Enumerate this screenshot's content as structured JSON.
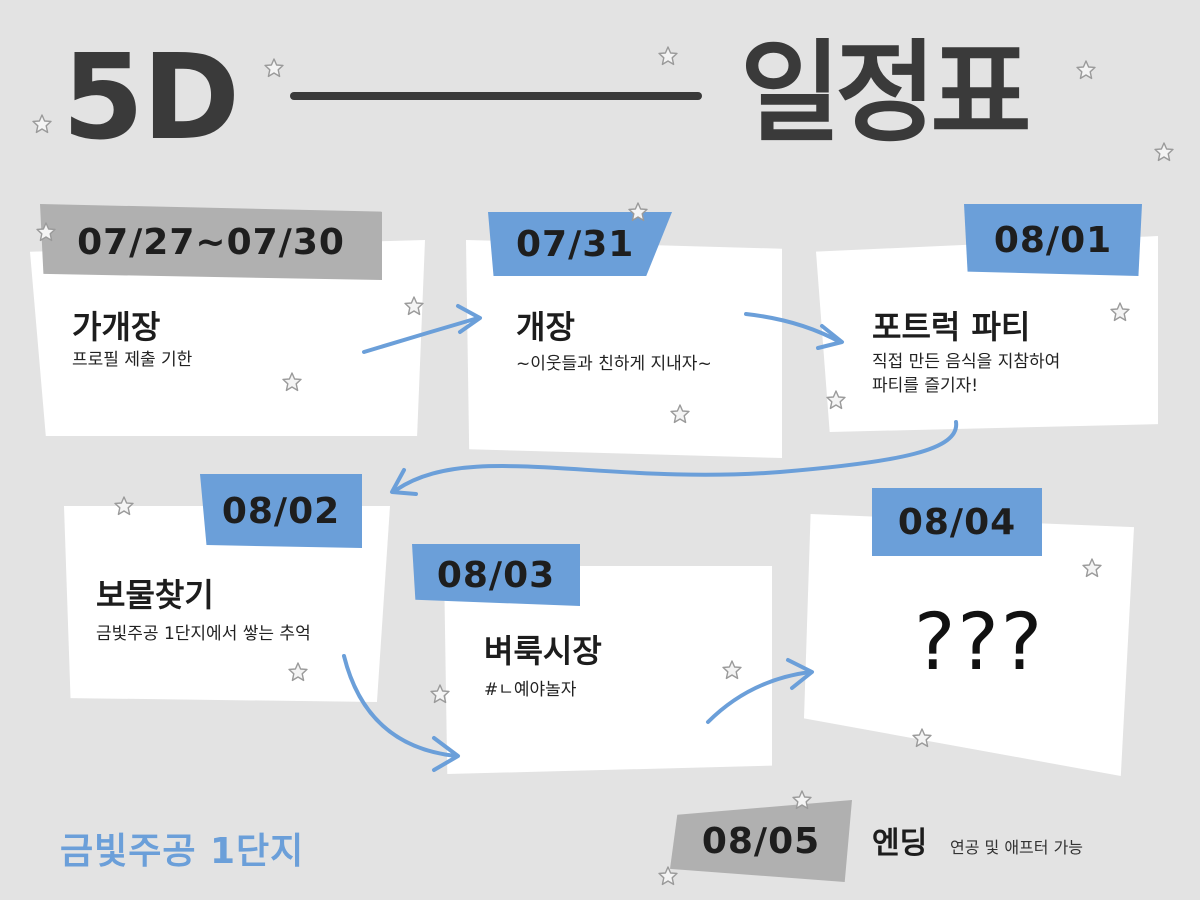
{
  "header": {
    "title_left": "5D",
    "title_right": "일정표"
  },
  "events": [
    {
      "date": "07/27~07/30",
      "title": "가개장",
      "desc": "프로필 제출 기한"
    },
    {
      "date": "07/31",
      "title": "개장",
      "desc": "~이웃들과 친하게 지내자~"
    },
    {
      "date": "08/01",
      "title": "포트럭 파티",
      "desc_line1": "직접 만든 음식을 지참하여",
      "desc_line2": "파티를 즐기자!"
    },
    {
      "date": "08/02",
      "title": "보물찾기",
      "desc": "금빛주공 1단지에서 쌓는 추억"
    },
    {
      "date": "08/03",
      "title": "벼룩시장",
      "desc": "#ㄴ예야놀자"
    },
    {
      "date": "08/04",
      "title": "???"
    }
  ],
  "footer": {
    "brand": "금빛주공 1단지",
    "ending_date": "08/05",
    "ending_title": "엔딩",
    "ending_desc": "연공 및 애프터 가능"
  },
  "colors": {
    "background": "#e3e3e3",
    "accent_blue": "#6b9fd9",
    "tag_gray": "#b0b0b0",
    "title_dark": "#3a3a3a"
  }
}
